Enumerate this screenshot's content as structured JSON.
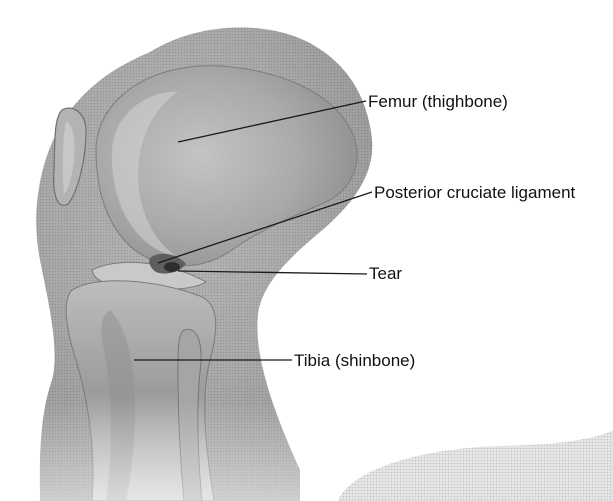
{
  "callouts": [
    {
      "id": "femur",
      "text": "Femur (thighbone)"
    },
    {
      "id": "pcl",
      "text": "Posterior cruciate ligament"
    },
    {
      "id": "tear",
      "text": "Tear"
    },
    {
      "id": "tibia",
      "text": "Tibia (shinbone)"
    }
  ],
  "colors": {
    "background": "#ffffff",
    "leg_shade": "#8a8a8a",
    "bone_light": "#b8b8b8",
    "label_text": "#111111"
  }
}
